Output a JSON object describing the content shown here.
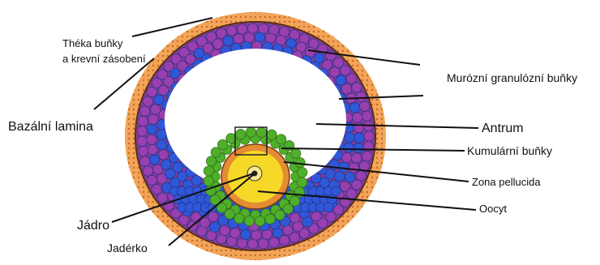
{
  "labels": {
    "theca_line1": "Théka buňky",
    "theca_line2": "a krevní zásobení",
    "basal_lamina": "Bazální lamina",
    "mural_granulosa": "Murózní granulózní buňky",
    "antrum": "Antrum",
    "cumulus": "Kumulární buňky",
    "zona": "Zona pellucida",
    "oocyte": "Oocyt",
    "nucleus": "Jádro",
    "nucleolus": "Jadérko"
  },
  "colors": {
    "theca": "#f0a253",
    "theca_dot": "#c9702a",
    "basal_lamina": "#6b2f1a",
    "purple_cell": "#9a3fb0",
    "blue_cell": "#2f57d8",
    "green_cell": "#4fae2a",
    "zona": "#e08a32",
    "oocyte": "#f2d52a",
    "nucleus": "#fbe98a"
  }
}
